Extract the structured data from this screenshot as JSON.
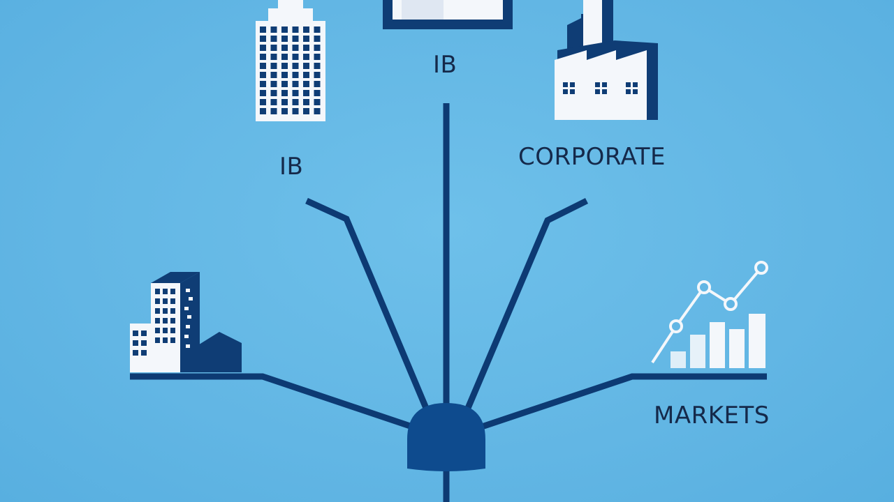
{
  "labels": {
    "top_center": "IB",
    "top_left": "IB",
    "top_right": "CORPORATE",
    "right": "MARKETS"
  },
  "colors": {
    "background": "#62b6e4",
    "line": "#0d3a73",
    "hub": "#0e4b8e",
    "building_white": "#f4f7fb",
    "building_dark": "#0f3d75",
    "text": "#15294a"
  },
  "icons": {
    "top_center": "monitor-icon",
    "top_left": "skyscraper-icon",
    "top_right": "factory-icon",
    "left": "office-buildings-icon",
    "right": "growth-chart-icon"
  }
}
